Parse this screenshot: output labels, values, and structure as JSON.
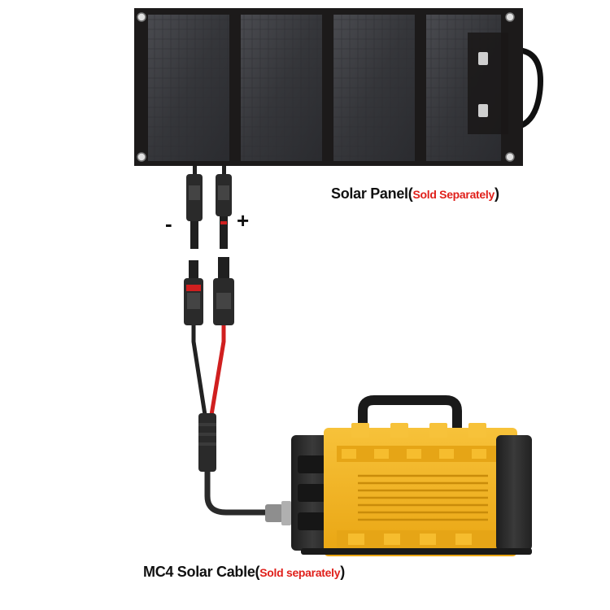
{
  "labels": {
    "solar_panel": "Solar Panel(",
    "solar_panel_note": "Sold Separately",
    "solar_panel_close": ")",
    "mc4_cable": "MC4 Solar Cable(",
    "mc4_cable_note": "Sold separately",
    "mc4_cable_close": ")",
    "minus": "-",
    "plus": "+"
  },
  "colors": {
    "panel_frame": "#1c1a1a",
    "panel_cell": "#3a3b3f",
    "station_body": "#f4b320",
    "station_end": "#2b2b2b",
    "cable_red": "#d01f1f",
    "cable_black": "#222222",
    "note_red": "#e0201b"
  },
  "icons": [
    "solar-panel-icon",
    "mc4-connector-icon",
    "power-station-icon"
  ]
}
